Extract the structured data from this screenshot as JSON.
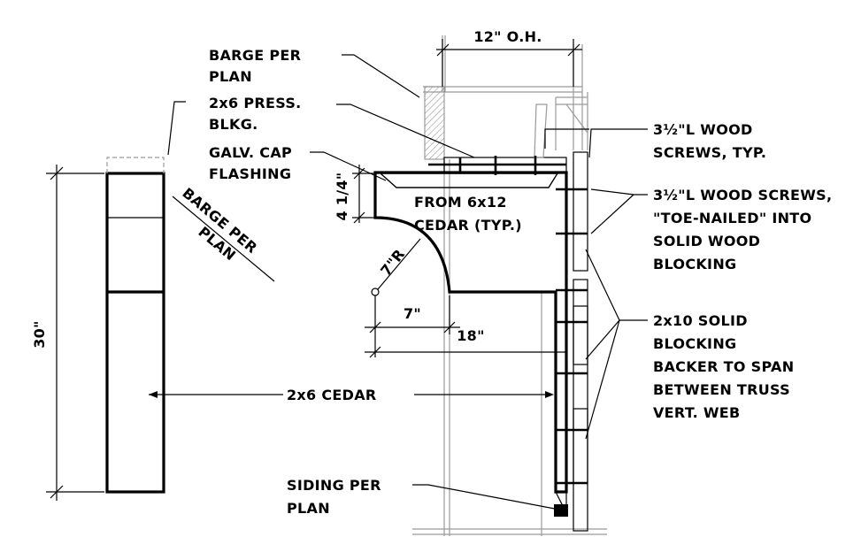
{
  "labels": {
    "overhang": "12\" O.H.",
    "barge_top_1": "BARGE PER",
    "barge_top_2": "PLAN",
    "blkg_1": "2x6 PRESS.",
    "blkg_2": "BLKG.",
    "galv_1": "GALV. CAP",
    "galv_2": "FLASHING",
    "barge_diag_1": "BARGE PER",
    "barge_diag_2": "PLAN",
    "from_1": "FROM 6x12",
    "from_2": "CEDAR (TYP.)",
    "dim_4_14": "4 1/4\"",
    "dim_7r": "7\"R",
    "dim_7": "7\"",
    "dim_18": "18\"",
    "dim_30": "30\"",
    "cedar_2x6": "2x6 CEDAR",
    "siding_1": "SIDING PER",
    "siding_2": "PLAN",
    "screws_a_1": "3½\"L WOOD",
    "screws_a_2": "SCREWS, TYP.",
    "screws_b_1": "3½\"L WOOD SCREWS,",
    "screws_b_2": "\"TOE-NAILED\" INTO",
    "screws_b_3": "SOLID WOOD",
    "screws_b_4": "BLOCKING",
    "blocking_1": "2x10 SOLID",
    "blocking_2": "BLOCKING",
    "blocking_3": "BACKER TO SPAN",
    "blocking_4": "BETWEEN TRUSS",
    "blocking_5": "VERT. WEB"
  }
}
